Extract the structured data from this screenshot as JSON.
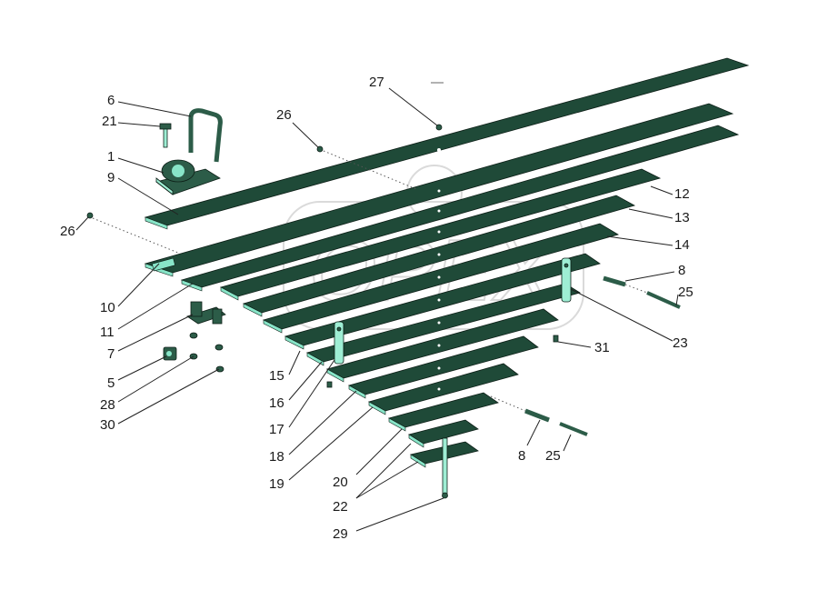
{
  "diagram": {
    "labels": {
      "l1": "1",
      "l5": "5",
      "l6": "6",
      "l7": "7",
      "l8a": "8",
      "l8b": "8",
      "l9": "9",
      "l10": "10",
      "l11": "11",
      "l12": "12",
      "l13": "13",
      "l14": "14",
      "l15": "15",
      "l16": "16",
      "l17": "17",
      "l18": "18",
      "l19": "19",
      "l20": "20",
      "l21": "21",
      "l22": "22",
      "l23": "23",
      "l25a": "25",
      "l25b": "25",
      "l26a": "26",
      "l26b": "26",
      "l27": "27",
      "l28": "28",
      "l29": "29",
      "l30": "30",
      "l31": "31"
    },
    "watermark": "OPEX",
    "colors": {
      "leaf_dark": "#1f4a38",
      "leaf_light": "#88e5c8",
      "label": "#1a1a1a"
    }
  }
}
